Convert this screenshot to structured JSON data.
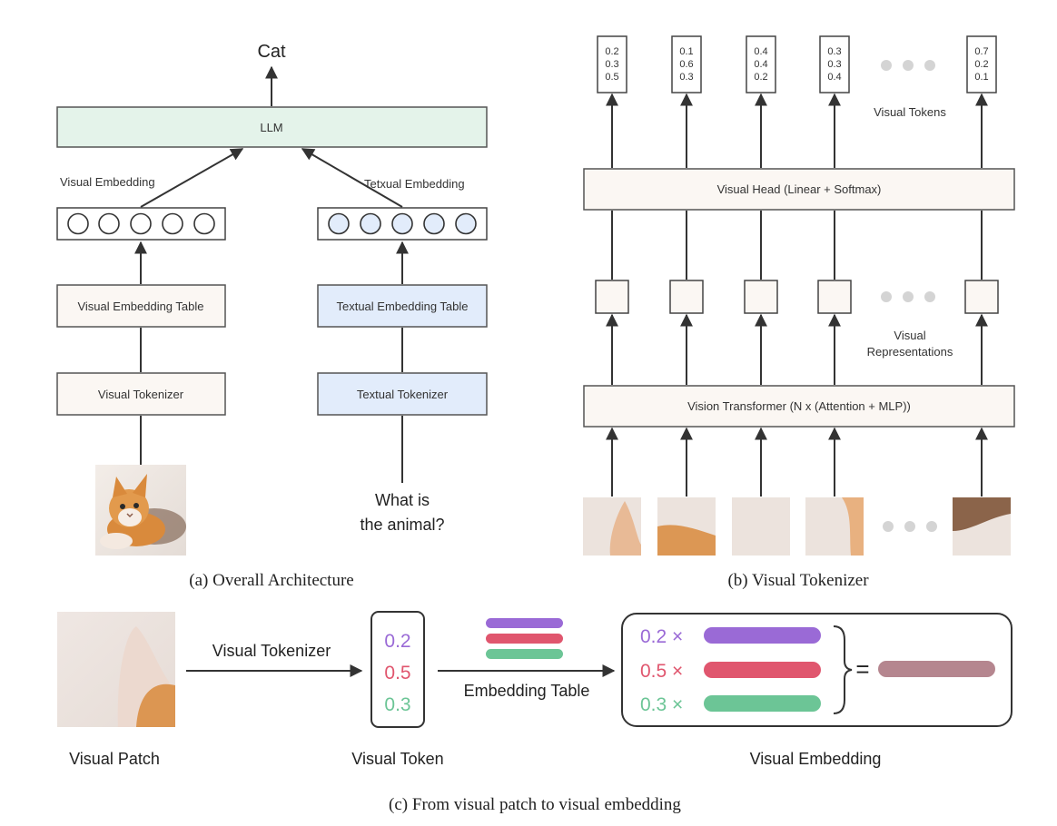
{
  "colors": {
    "llm_fill": "#e4f3ea",
    "textual_fill": "#e2ecfb",
    "box_fill": "#fbf7f3",
    "line": "#333333",
    "purple": "#9a6ad6",
    "red": "#e0566e",
    "green": "#6cc596",
    "mix": "#b5868f",
    "cat_orange": "#d98a3c",
    "patch_bg": "#efe6e0"
  },
  "panel_a": {
    "output": "Cat",
    "llm": "LLM",
    "visual_embedding_label": "Visual Embedding",
    "textual_embedding_label": "Tetxual Embedding",
    "visual_table": "Visual Embedding Table",
    "textual_table": "Textual Embedding Table",
    "visual_tokenizer": "Visual Tokenizer",
    "textual_tokenizer": "Textual Tokenizer",
    "question_line1": "What is",
    "question_line2": "the animal?",
    "caption": "(a) Overall Architecture",
    "image_icon": "cat-photo"
  },
  "panel_b": {
    "tokens": [
      [
        "0.2",
        "0.3",
        "0.5"
      ],
      [
        "0.1",
        "0.6",
        "0.3"
      ],
      [
        "0.4",
        "0.4",
        "0.2"
      ],
      [
        "0.3",
        "0.3",
        "0.4"
      ],
      [
        "0.7",
        "0.2",
        "0.1"
      ]
    ],
    "visual_tokens_label": "Visual Tokens",
    "visual_head": "Visual Head (Linear + Softmax)",
    "visual_repr_line1": "Visual",
    "visual_repr_line2": "Representations",
    "vision_transformer": "Vision Transformer (N x (Attention + MLP))",
    "caption": "(b) Visual Tokenizer",
    "patch_icon": "image-patch"
  },
  "panel_c": {
    "visual_patch": "Visual Patch",
    "tokenizer_label": "Visual Tokenizer",
    "token_values": [
      "0.2",
      "0.5",
      "0.3"
    ],
    "visual_token": "Visual Token",
    "embedding_table": "Embedding Table",
    "weights": [
      "0.2 ×",
      "0.5 ×",
      "0.3 ×"
    ],
    "equals": "=",
    "visual_embedding": "Visual Embedding",
    "caption": "(c) From visual patch to visual embedding"
  }
}
